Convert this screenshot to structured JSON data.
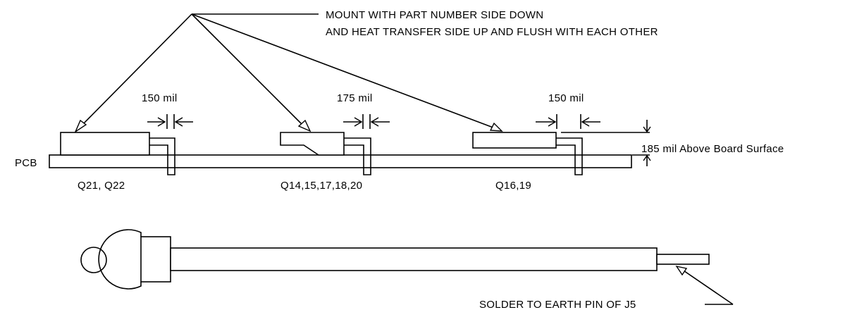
{
  "note": {
    "line1": "MOUNT WITH PART NUMBER SIDE DOWN",
    "line2": "AND HEAT TRANSFER SIDE UP AND FLUSH WITH EACH OTHER"
  },
  "pcb_label": "PCB",
  "parts": [
    {
      "designator": "Q21, Q22",
      "dimension": "150 mil"
    },
    {
      "designator": "Q14,15,17,18,20",
      "dimension": "175 mil"
    },
    {
      "designator": "Q16,19",
      "dimension": "150 mil"
    }
  ],
  "height_note": "185 mil Above Board Surface",
  "earth_note": "SOLDER TO EARTH PIN OF J5"
}
